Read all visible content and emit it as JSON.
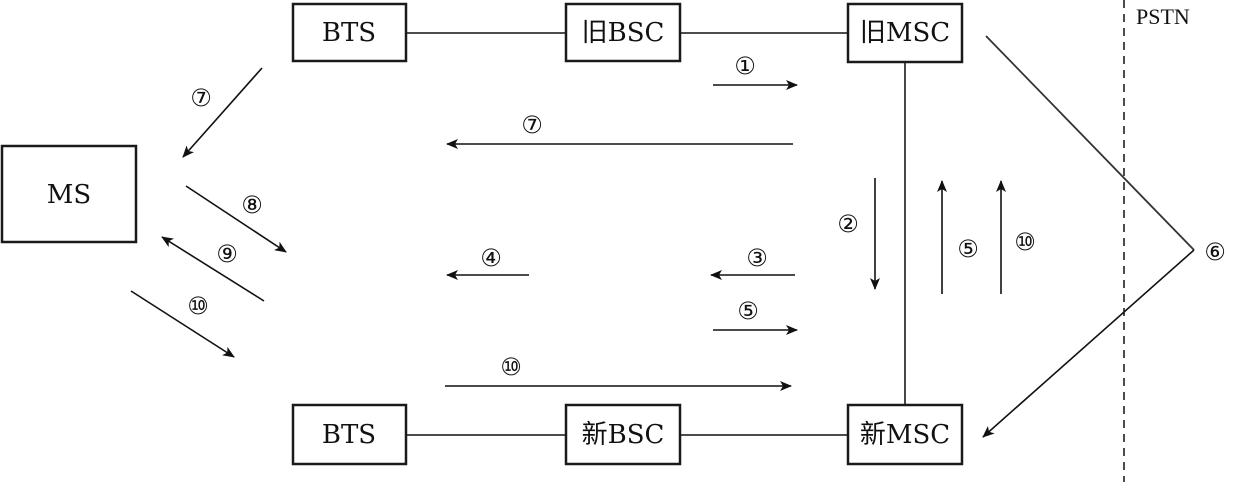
{
  "boxes": {
    "ms": "MS",
    "bts_old": "BTS",
    "bsc_old": "旧BSC",
    "msc_old": "旧MSC",
    "bts_new": "BTS",
    "bsc_new": "新BSC",
    "msc_new": "新MSC"
  },
  "pstn_label": "PSTN",
  "steps": {
    "s1": "①",
    "s2": "②",
    "s3": "③",
    "s4": "④",
    "s5a": "⑤",
    "s5b": "⑤",
    "s6": "⑥",
    "s7a": "⑦",
    "s7b": "⑦",
    "s8": "⑧",
    "s9": "⑨",
    "s10a": "⑩",
    "s10b": "⑩",
    "s10c": "⑩"
  }
}
